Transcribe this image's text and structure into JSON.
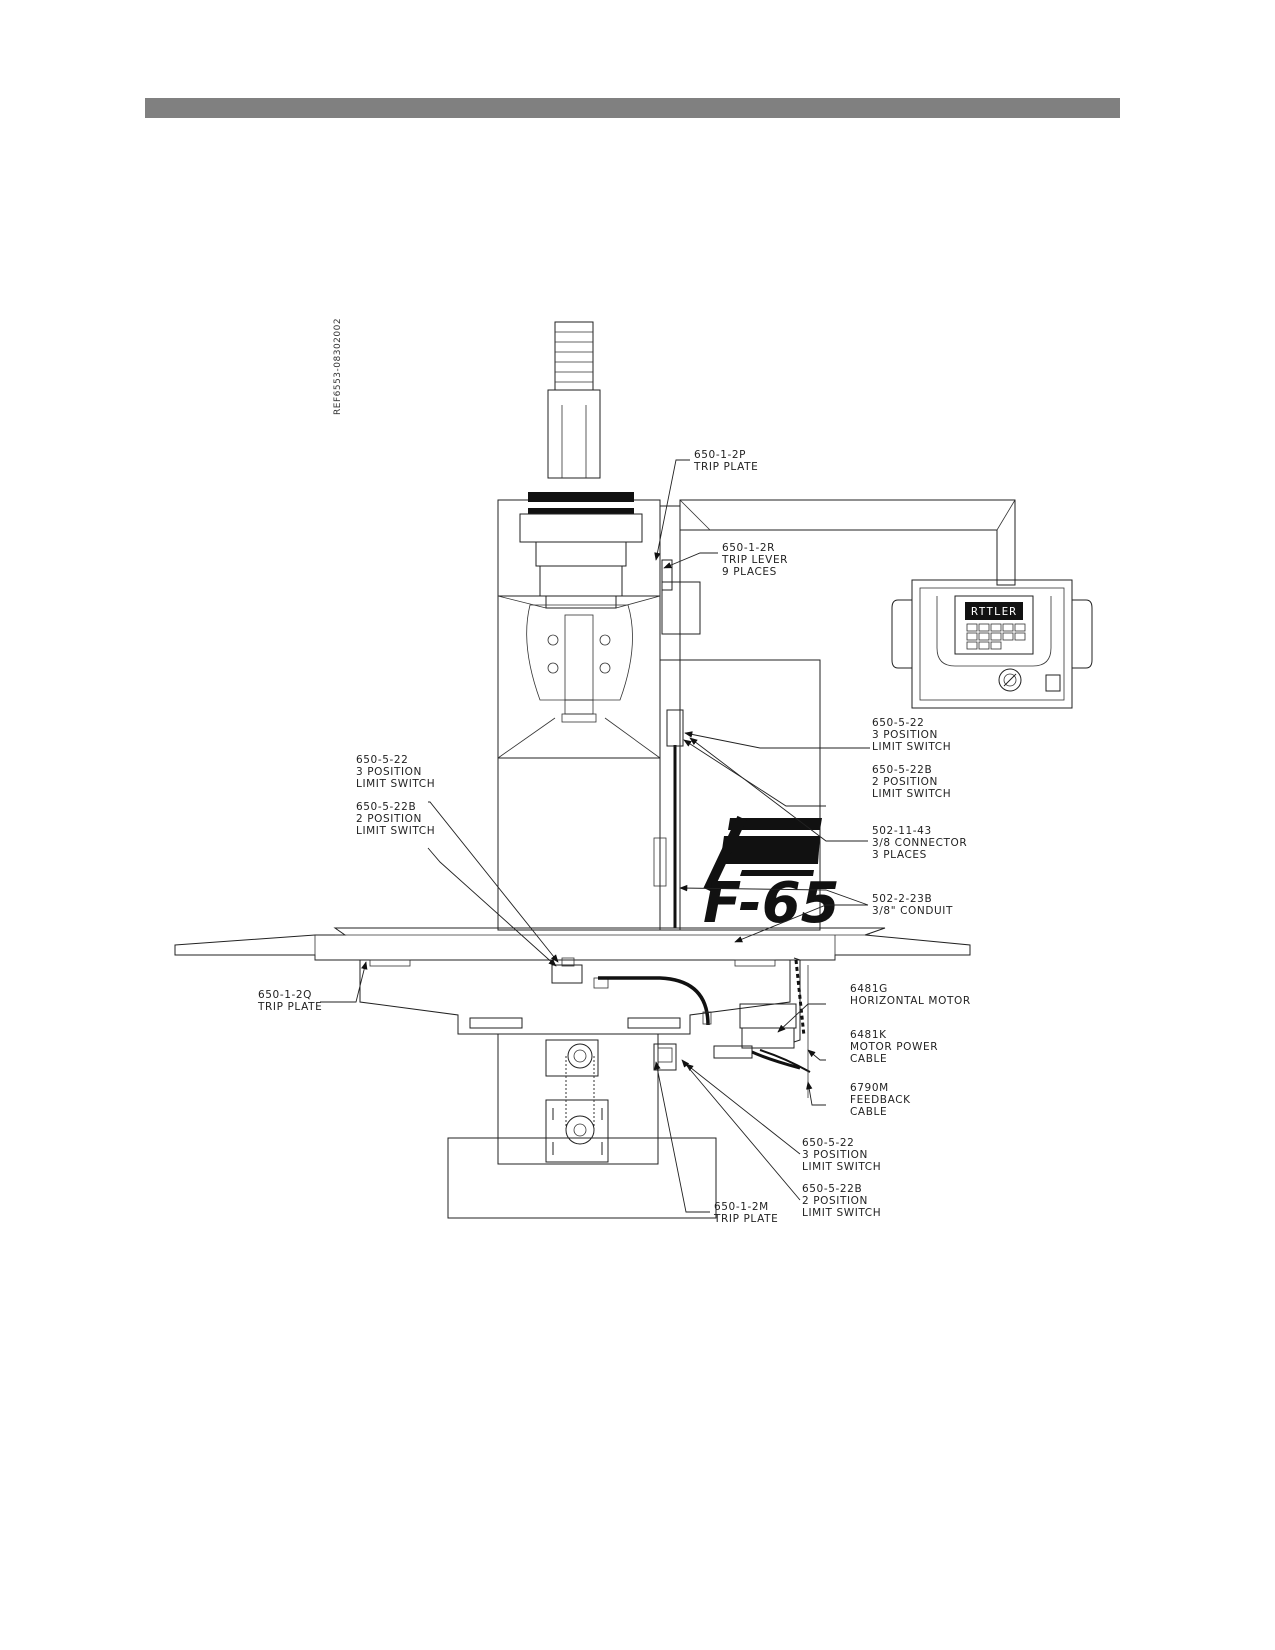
{
  "header": {
    "color": "#808080"
  },
  "reference": "REF6553-08302002",
  "logo": "F-65",
  "control_panel": {
    "brand": "RTTLER"
  },
  "callouts": [
    {
      "id": "c1",
      "lines": [
        "650-1-2P",
        "TRIP PLATE"
      ]
    },
    {
      "id": "c2",
      "lines": [
        "650-1-2R",
        "TRIP LEVER",
        "9 PLACES"
      ]
    },
    {
      "id": "c3",
      "lines": [
        "650-5-22",
        "3 POSITION",
        "LIMIT SWITCH"
      ]
    },
    {
      "id": "c4",
      "lines": [
        "650-5-22B",
        "2 POSITION",
        "LIMIT SWITCH"
      ]
    },
    {
      "id": "c5",
      "lines": [
        "502-11-43",
        "3/8 CONNECTOR",
        "3 PLACES"
      ]
    },
    {
      "id": "c6",
      "lines": [
        "502-2-23B",
        "3/8\" CONDUIT"
      ]
    },
    {
      "id": "c7",
      "lines": [
        "650-5-22",
        "3 POSITION",
        "LIMIT SWITCH"
      ]
    },
    {
      "id": "c8",
      "lines": [
        "650-5-22B",
        "2 POSITION",
        "LIMIT SWITCH"
      ]
    },
    {
      "id": "c9",
      "lines": [
        "650-1-2Q",
        "TRIP PLATE"
      ]
    },
    {
      "id": "c10",
      "lines": [
        "6481G",
        "HORIZONTAL MOTOR"
      ]
    },
    {
      "id": "c11",
      "lines": [
        "6481K",
        "MOTOR POWER",
        "CABLE"
      ]
    },
    {
      "id": "c12",
      "lines": [
        "6790M",
        "FEEDBACK",
        "CABLE"
      ]
    },
    {
      "id": "c13",
      "lines": [
        "650-5-22",
        "3 POSITION",
        "LIMIT SWITCH"
      ]
    },
    {
      "id": "c14",
      "lines": [
        "650-5-22B",
        "2 POSITION",
        "LIMIT SWITCH"
      ]
    },
    {
      "id": "c15",
      "lines": [
        "650-1-2M",
        "TRIP PLATE"
      ]
    }
  ]
}
